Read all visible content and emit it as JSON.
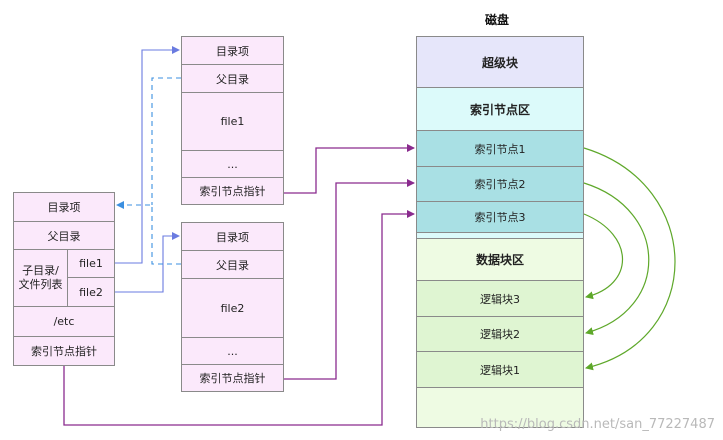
{
  "disk": {
    "title": "磁盘",
    "superblock": "超级块",
    "inode_area": "索引节点区",
    "inodes": [
      "索引节点1",
      "索引节点2",
      "索引节点3"
    ],
    "data_area": "数据块区",
    "logic_blocks": [
      "逻辑块3",
      "逻辑块2",
      "逻辑块1"
    ]
  },
  "dir_left": {
    "entry": "目录项",
    "parent": "父目录",
    "children_label": "子目录/\n文件列表",
    "files": [
      "file1",
      "file2"
    ],
    "etc": "/etc",
    "inode_ptr": "索引节点指针"
  },
  "dir_top": {
    "entry": "目录项",
    "parent": "父目录",
    "name": "file1",
    "dots": "...",
    "inode_ptr": "索引节点指针"
  },
  "dir_bottom": {
    "entry": "目录项",
    "parent": "父目录",
    "name": "file2",
    "dots": "...",
    "inode_ptr": "索引节点指针"
  },
  "watermark": "https://blog.csdn.net/san_77227487",
  "colors": {
    "purple_arrow": "#8a2b8e",
    "blue_arrow": "#6a7be0",
    "dashed_arrow": "#3b8fe0",
    "green_arrow": "#5ea82a",
    "superblock_fill": "#e6e6fa",
    "inode_area_fill": "#dcfafa",
    "inode_fill": "#a9e0e4",
    "data_area_fill": "#eefbe3",
    "logic_fill": "#dff5d2",
    "dir_fill": "#fbe9fb"
  }
}
